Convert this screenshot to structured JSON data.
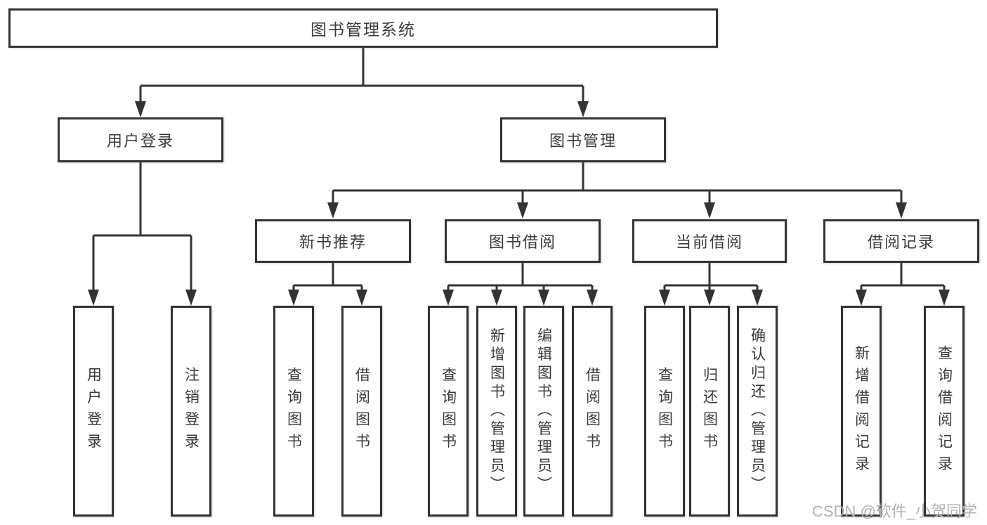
{
  "tree": {
    "root": {
      "label": "图书管理系统"
    },
    "branches": [
      {
        "label": "用户登录",
        "children": [
          {
            "label": "用户登录"
          },
          {
            "label": "注销登录"
          }
        ]
      },
      {
        "label": "图书管理",
        "children": [
          {
            "label": "新书推荐",
            "children": [
              {
                "label": "查询图书"
              },
              {
                "label": "借阅图书"
              }
            ]
          },
          {
            "label": "图书借阅",
            "children": [
              {
                "label": "查询图书"
              },
              {
                "label": "新增图书（管理员）"
              },
              {
                "label": "编辑图书（管理员）"
              },
              {
                "label": "借阅图书"
              }
            ]
          },
          {
            "label": "当前借阅",
            "children": [
              {
                "label": "查询图书"
              },
              {
                "label": "归还图书"
              },
              {
                "label": "确认归还（管理员）"
              }
            ]
          },
          {
            "label": "借阅记录",
            "children": [
              {
                "label": "新增借阅记录"
              },
              {
                "label": "查询借阅记录"
              }
            ]
          }
        ]
      }
    ]
  },
  "watermark": "CSDN @软件_小贺同学",
  "colors": {
    "line": "#333333",
    "text": "#3a3a3a",
    "watermark": "#b3b3b5",
    "background": "#ffffff"
  }
}
